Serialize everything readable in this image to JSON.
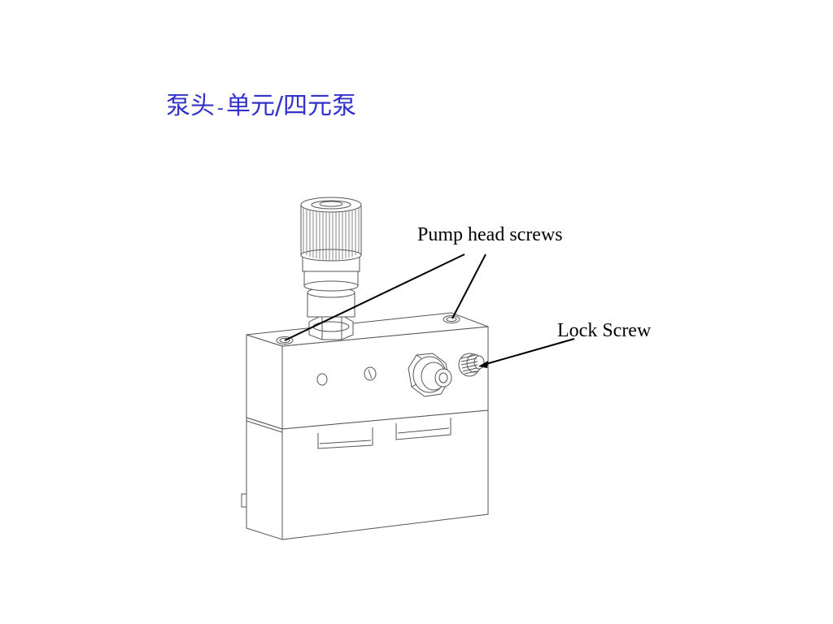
{
  "title": {
    "part1": "泵头",
    "separator": "-",
    "part2": "单元/四元泵"
  },
  "callouts": {
    "pump_head_screws": "Pump head screws",
    "lock_screw": "Lock Screw"
  },
  "colors": {
    "title": "#3333cc",
    "line_art": "#555555",
    "leader": "#000000",
    "background": "#ffffff"
  }
}
